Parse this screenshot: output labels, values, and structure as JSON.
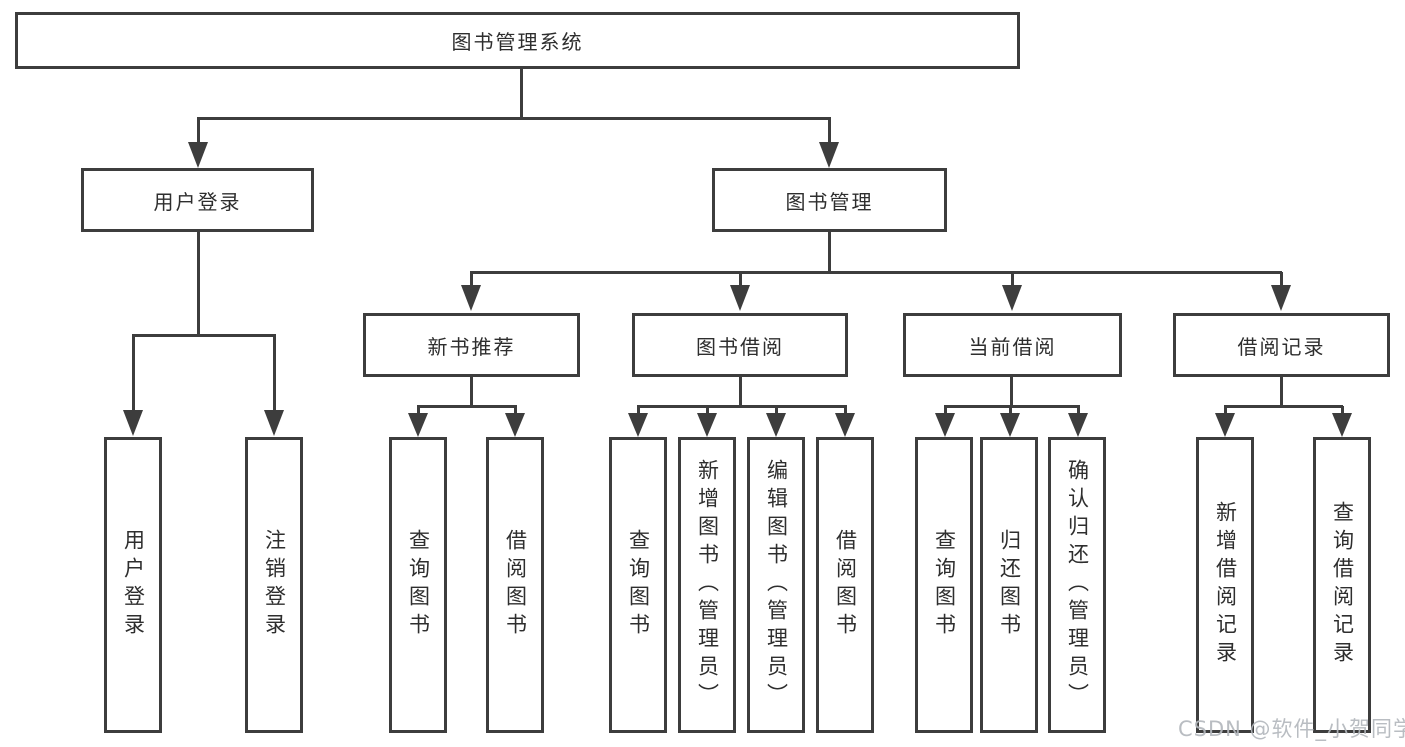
{
  "diagram": {
    "type": "tree",
    "root": {
      "label": "图书管理系统"
    },
    "level2": [
      {
        "id": "user-login",
        "label": "用户登录",
        "parent": "图书管理系统"
      },
      {
        "id": "book-management",
        "label": "图书管理",
        "parent": "图书管理系统"
      }
    ],
    "level3": [
      {
        "id": "new-book-recommend",
        "label": "新书推荐",
        "parent": "图书管理"
      },
      {
        "id": "book-borrow",
        "label": "图书借阅",
        "parent": "图书管理"
      },
      {
        "id": "current-borrow",
        "label": "当前借阅",
        "parent": "图书管理"
      },
      {
        "id": "borrow-record",
        "label": "借阅记录",
        "parent": "图书管理"
      }
    ],
    "leaves": [
      {
        "label": "用户登录",
        "parent": "用户登录"
      },
      {
        "label": "注销登录",
        "parent": "用户登录"
      },
      {
        "label": "查询图书",
        "parent": "新书推荐"
      },
      {
        "label": "借阅图书",
        "parent": "新书推荐"
      },
      {
        "label": "查询图书",
        "parent": "图书借阅"
      },
      {
        "label": "新增图书（管理员）",
        "parent": "图书借阅"
      },
      {
        "label": "编辑图书（管理员）",
        "parent": "图书借阅"
      },
      {
        "label": "借阅图书",
        "parent": "图书借阅"
      },
      {
        "label": "查询图书",
        "parent": "当前借阅"
      },
      {
        "label": "归还图书",
        "parent": "当前借阅"
      },
      {
        "label": "确认归还（管理员）",
        "parent": "当前借阅"
      },
      {
        "label": "新增借阅记录",
        "parent": "借阅记录"
      },
      {
        "label": "查询借阅记录",
        "parent": "借阅记录"
      }
    ],
    "watermark": {
      "text": "CSDN @软件_小贺同学"
    },
    "colors": {
      "line": "#3d3d3d",
      "text": "#2e2e2e",
      "background": "#ffffff",
      "watermark": "#b4b8bd"
    }
  }
}
